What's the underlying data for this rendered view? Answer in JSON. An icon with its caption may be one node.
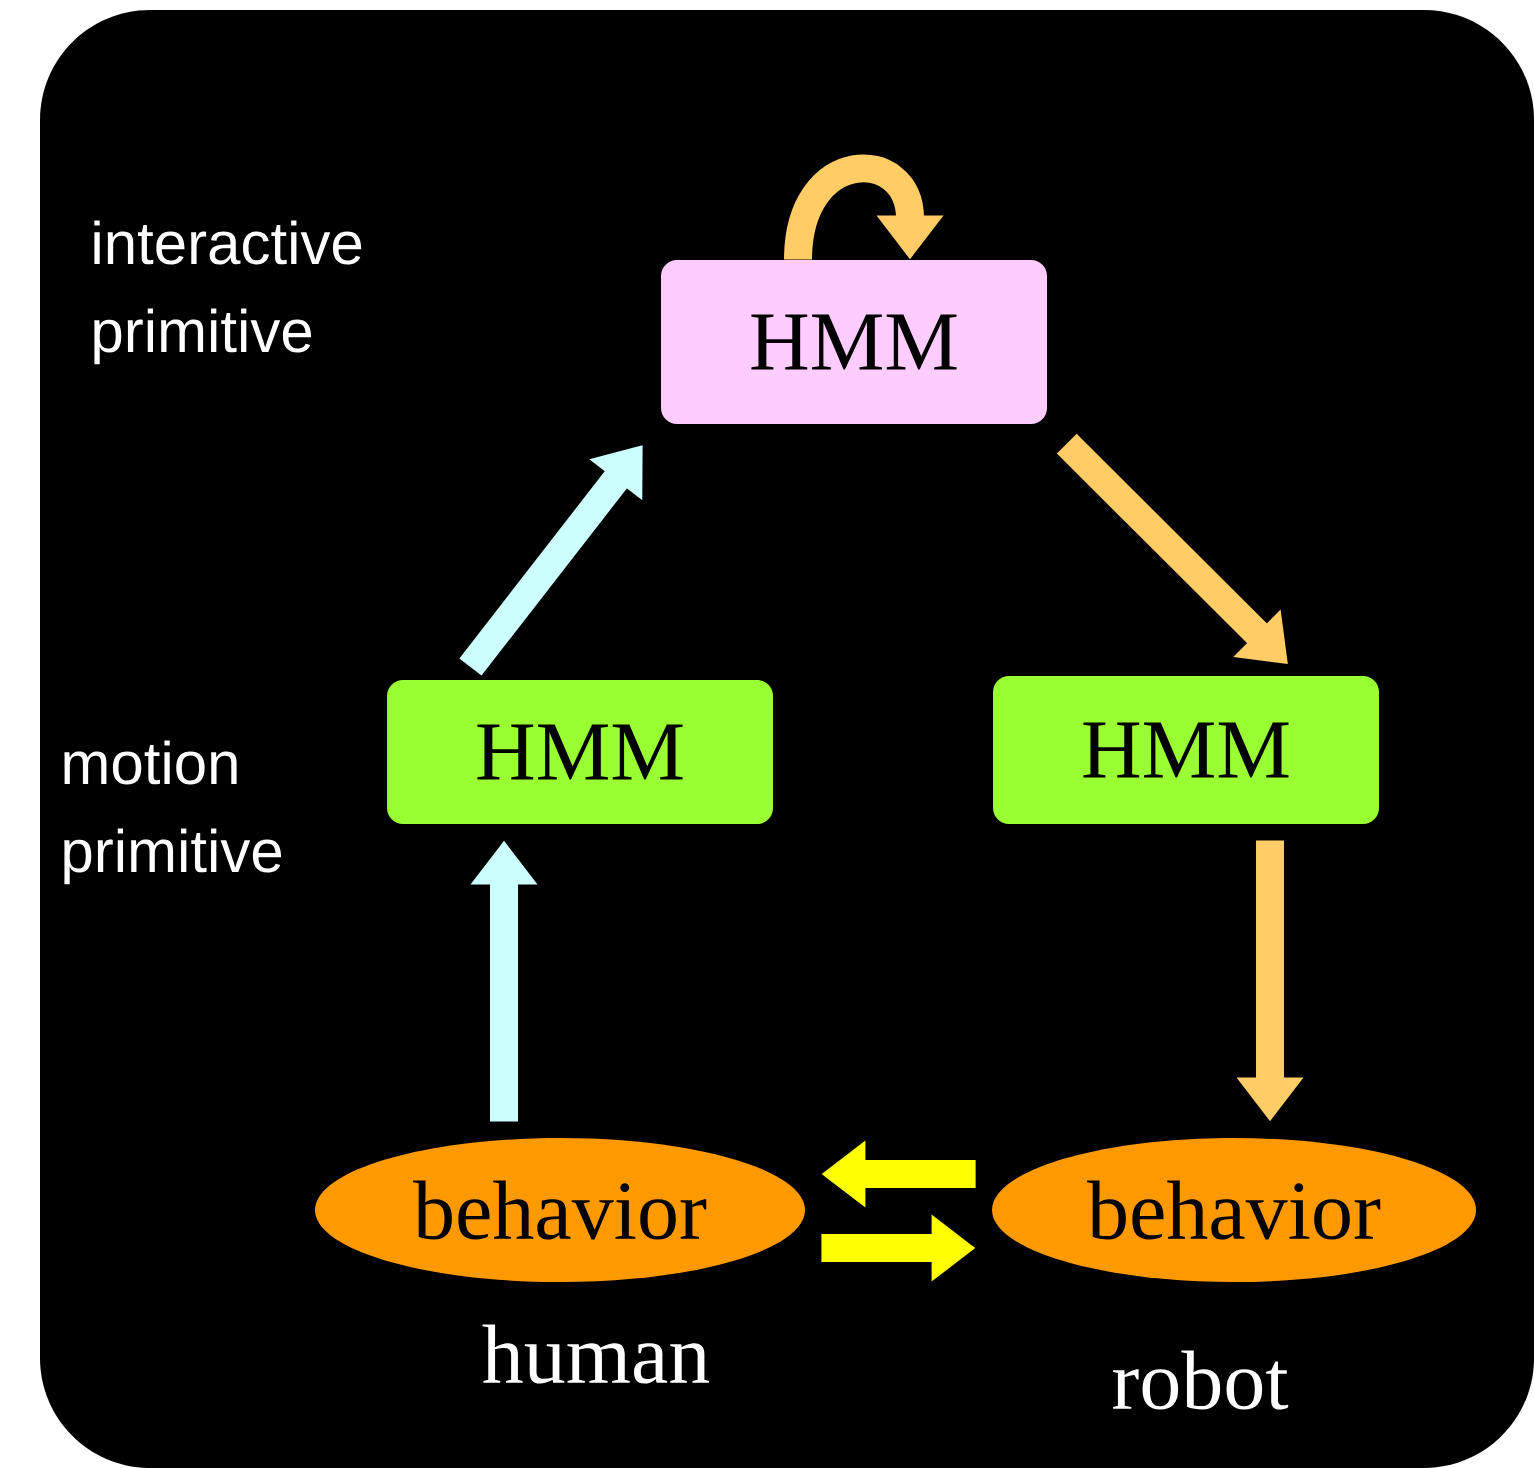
{
  "diagram": {
    "nodes": [
      {
        "text": [
          "HMM"
        ]
      },
      {
        "text": [
          "HMM"
        ]
      },
      {
        "text": [
          "HMM"
        ]
      },
      {
        "text": [
          "behavior"
        ],
        "beside": [
          "human"
        ]
      },
      {
        "text": [
          "behavior"
        ],
        "beside": [
          "robot"
        ]
      }
    ],
    "edges": [
      {
        "from": 3,
        "to": 1,
        "arrow": "to",
        "color": "#ccffff"
      },
      {
        "from": 1,
        "to": 0,
        "arrow": "to",
        "color": "#ccffff"
      },
      {
        "from": 0,
        "to": 0,
        "arrow": "to",
        "color": "#ffcc66"
      },
      {
        "from": 0,
        "to": 2,
        "arrow": "to",
        "color": "#ffcc66"
      },
      {
        "from": 2,
        "to": 4,
        "arrow": "to",
        "color": "#ffcc66"
      },
      {
        "from": 4,
        "to": 3,
        "arrow": "to",
        "color": "#ffff00"
      },
      {
        "from": 3,
        "to": 4,
        "arrow": "to",
        "color": "#ffff00"
      }
    ],
    "labels": [
      "interactive primitive",
      "motion primitive"
    ]
  }
}
